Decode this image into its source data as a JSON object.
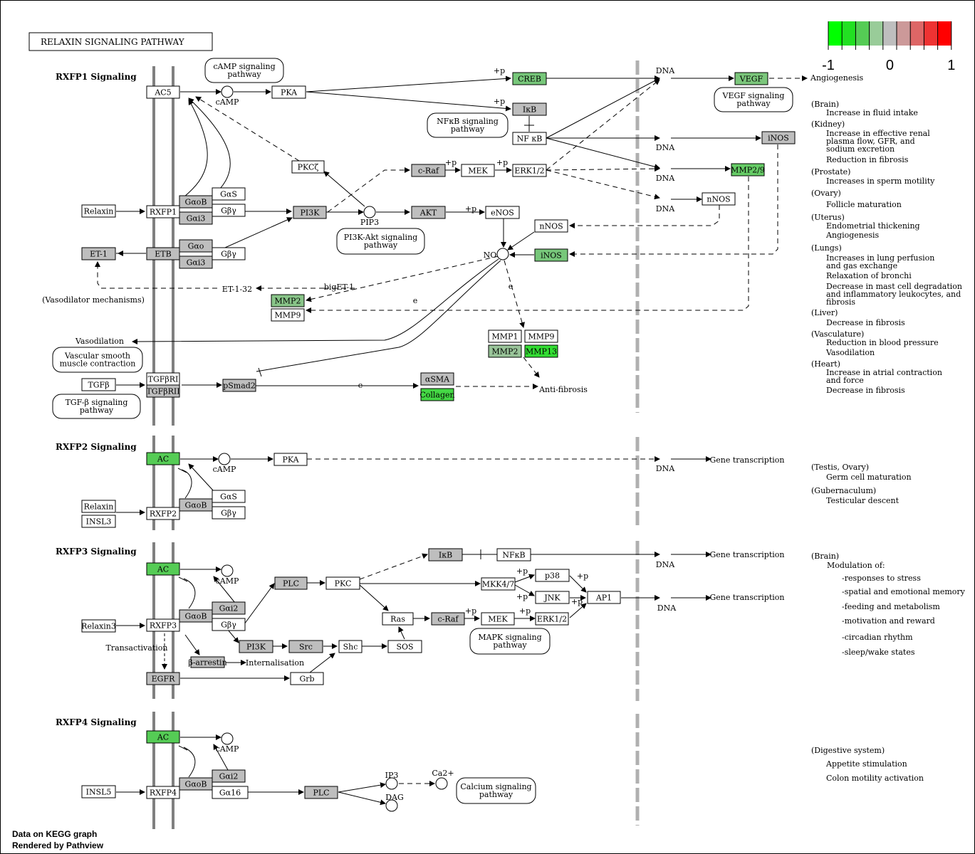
{
  "title": "RELAXIN SIGNALING PATHWAY",
  "footer": [
    "Data on KEGG graph",
    "Rendered by Pathview"
  ],
  "legend": {
    "ticks": [
      "-1",
      "0",
      "1"
    ],
    "colors": [
      "#00ff00",
      "#22e022",
      "#55cc55",
      "#99cc99",
      "#bebebe",
      "#cc9999",
      "#dd6666",
      "#ee3333",
      "#ff0000"
    ]
  },
  "section_headers": [
    "RXFP1 Signaling",
    "RXFP2 Signaling",
    "RXFP3 Signaling",
    "RXFP4 Signaling"
  ],
  "genes": [
    {
      "label": "AC5",
      "fill": "#ffffff"
    },
    {
      "label": "PKA",
      "fill": "#ffffff"
    },
    {
      "label": "CREB",
      "fill": "#77c77a"
    },
    {
      "label": "VEGF",
      "fill": "#7bc67b"
    },
    {
      "label": "IκB",
      "fill": "#bebebe"
    },
    {
      "label": "NF κB",
      "fill": "#ffffff"
    },
    {
      "label": "iNOS",
      "fill": "#bebebe"
    },
    {
      "label": "MMP2/9",
      "fill": "#66cc66"
    },
    {
      "label": "PKCζ",
      "fill": "#ffffff"
    },
    {
      "label": "c-Raf",
      "fill": "#bebebe"
    },
    {
      "label": "MEK",
      "fill": "#ffffff"
    },
    {
      "label": "ERK1/2",
      "fill": "#ffffff"
    },
    {
      "label": "nNOS",
      "fill": "#ffffff"
    },
    {
      "label": "Relaxin",
      "fill": "#ffffff"
    },
    {
      "label": "RXFP1",
      "fill": "#ffffff"
    },
    {
      "label": "GαoB",
      "fill": "#bebebe"
    },
    {
      "label": "GαS",
      "fill": "#ffffff"
    },
    {
      "label": "Gβγ",
      "fill": "#ffffff"
    },
    {
      "label": "Gαi3",
      "fill": "#bebebe"
    },
    {
      "label": "PI3K",
      "fill": "#bebebe"
    },
    {
      "label": "AKT",
      "fill": "#bebebe"
    },
    {
      "label": "eNOS",
      "fill": "#ffffff"
    },
    {
      "label": "nNOS",
      "fill": "#ffffff"
    },
    {
      "label": "ET-1",
      "fill": "#bebebe"
    },
    {
      "label": "ETB",
      "fill": "#bebebe"
    },
    {
      "label": "Gαo",
      "fill": "#bebebe"
    },
    {
      "label": "Gβγ",
      "fill": "#ffffff"
    },
    {
      "label": "Gαi3",
      "fill": "#bebebe"
    },
    {
      "label": "iNOS",
      "fill": "#77c77a"
    },
    {
      "label": "MMP2",
      "fill": "#88c488"
    },
    {
      "label": "MMP9",
      "fill": "#ffffff"
    },
    {
      "label": "MMP1",
      "fill": "#ffffff"
    },
    {
      "label": "MMP9",
      "fill": "#ffffff"
    },
    {
      "label": "MMP2",
      "fill": "#99c499"
    },
    {
      "label": "MMP13",
      "fill": "#33dd33"
    },
    {
      "label": "TGFβ",
      "fill": "#ffffff"
    },
    {
      "label": "TGFβRI",
      "fill": "#ffffff"
    },
    {
      "label": "TGFβRII",
      "fill": "#bebebe"
    },
    {
      "label": "pSmad2",
      "fill": "#bebebe"
    },
    {
      "label": "αSMA",
      "fill": "#bebebe"
    },
    {
      "label": "Collagen",
      "fill": "#44d844"
    },
    {
      "label": "AC",
      "fill": "#55cc55"
    },
    {
      "label": "PKA",
      "fill": "#ffffff"
    },
    {
      "label": "Relaxin",
      "fill": "#ffffff"
    },
    {
      "label": "INSL3",
      "fill": "#ffffff"
    },
    {
      "label": "RXFP2",
      "fill": "#ffffff"
    },
    {
      "label": "GαoB",
      "fill": "#bebebe"
    },
    {
      "label": "GαS",
      "fill": "#ffffff"
    },
    {
      "label": "Gβγ",
      "fill": "#ffffff"
    },
    {
      "label": "AC",
      "fill": "#55cc55"
    },
    {
      "label": "IκB",
      "fill": "#bebebe"
    },
    {
      "label": "NFκB",
      "fill": "#ffffff"
    },
    {
      "label": "PLC",
      "fill": "#bebebe"
    },
    {
      "label": "PKC",
      "fill": "#ffffff"
    },
    {
      "label": "MKK4/7",
      "fill": "#ffffff"
    },
    {
      "label": "p38",
      "fill": "#ffffff"
    },
    {
      "label": "JNK",
      "fill": "#ffffff"
    },
    {
      "label": "AP1",
      "fill": "#ffffff"
    },
    {
      "label": "Ras",
      "fill": "#ffffff"
    },
    {
      "label": "c-Raf",
      "fill": "#bebebe"
    },
    {
      "label": "MEK",
      "fill": "#ffffff"
    },
    {
      "label": "ERK1/2",
      "fill": "#ffffff"
    },
    {
      "label": "Relaxin3",
      "fill": "#ffffff"
    },
    {
      "label": "RXFP3",
      "fill": "#ffffff"
    },
    {
      "label": "GαoB",
      "fill": "#bebebe"
    },
    {
      "label": "Gαi2",
      "fill": "#bebebe"
    },
    {
      "label": "Gβγ",
      "fill": "#ffffff"
    },
    {
      "label": "PI3K",
      "fill": "#bebebe"
    },
    {
      "label": "Src",
      "fill": "#bebebe"
    },
    {
      "label": "Shc",
      "fill": "#ffffff"
    },
    {
      "label": "SOS",
      "fill": "#ffffff"
    },
    {
      "label": "β-arrestin",
      "fill": "#bebebe"
    },
    {
      "label": "EGFR",
      "fill": "#bebebe"
    },
    {
      "label": "Grb",
      "fill": "#ffffff"
    },
    {
      "label": "AC",
      "fill": "#55cc55"
    },
    {
      "label": "INSL5",
      "fill": "#ffffff"
    },
    {
      "label": "RXFP4",
      "fill": "#ffffff"
    },
    {
      "label": "GαoB",
      "fill": "#bebebe"
    },
    {
      "label": "Gαi2",
      "fill": "#bebebe"
    },
    {
      "label": "Gα16",
      "fill": "#ffffff"
    },
    {
      "label": "PLC",
      "fill": "#bebebe"
    }
  ],
  "pathway_links": [
    "cAMP signaling pathway",
    "VEGF signaling pathway",
    "NFκB signaling pathway",
    "PI3K-Akt signaling pathway",
    "Vascular smooth muscle contraction",
    "TGF-β signaling pathway",
    "MAPK signaling pathway",
    "Calcium signaling pathway"
  ],
  "compounds": [
    "cAMP",
    "PIP3",
    "NO",
    "cAMP",
    "cAMP",
    "cAMP",
    "IP3",
    "DAG",
    "Ca2+"
  ],
  "labels": [
    "DNA",
    "DNA",
    "DNA",
    "DNA",
    "Angiogenesis",
    "+p",
    "+p",
    "+p",
    "+p",
    "+p",
    "e",
    "e",
    "e",
    "bigET-1",
    "ET-1-32",
    "(Vasodilator mechanisms)",
    "Vasodilation",
    "Anti-fibrosis",
    "DNA",
    "Gene transcription",
    "DNA",
    "Gene transcription",
    "DNA",
    "Gene transcription",
    "+p",
    "+p",
    "+p",
    "+p",
    "+p",
    "+p",
    "Transactivation",
    "Internalisation"
  ],
  "tissue_effects_rxfp1": [
    "(Brain)",
    "Increase in fluid intake",
    "(Kidney)",
    "Increase in effective renal",
    "plasma flow, GFR, and",
    "sodium excretion",
    "Reduction in fibrosis",
    "(Prostate)",
    "Increases in sperm motility",
    "(Ovary)",
    "Follicle maturation",
    "(Uterus)",
    "Endometrial thickening",
    "Angiogenesis",
    "(Lungs)",
    "Increases in lung perfusion",
    "and gas exchange",
    "Relaxation of bronchi",
    "Decrease in mast cell degradation",
    "and inflammatory leukocytes, and",
    "fibrosis",
    "(Liver)",
    "Decrease in fibrosis",
    "(Vasculature)",
    "Reduction in blood pressure",
    "Vasodilation",
    "(Heart)",
    "Increase in atrial contraction",
    "and force",
    "Decrease in fibrosis"
  ],
  "tissue_effects_rxfp2": [
    "(Testis, Ovary)",
    "Germ cell maturation",
    "(Gubernaculum)",
    "Testicular descent"
  ],
  "tissue_effects_rxfp3": [
    "(Brain)",
    "Modulation of:",
    "-responses to stress",
    "-spatial and emotional memory",
    "-feeding and metabolism",
    "-motivation and reward",
    "-circadian rhythm",
    "-sleep/wake states"
  ],
  "tissue_effects_rxfp4": [
    "(Digestive system)",
    "Appetite stimulation",
    "Colon motility activation"
  ]
}
